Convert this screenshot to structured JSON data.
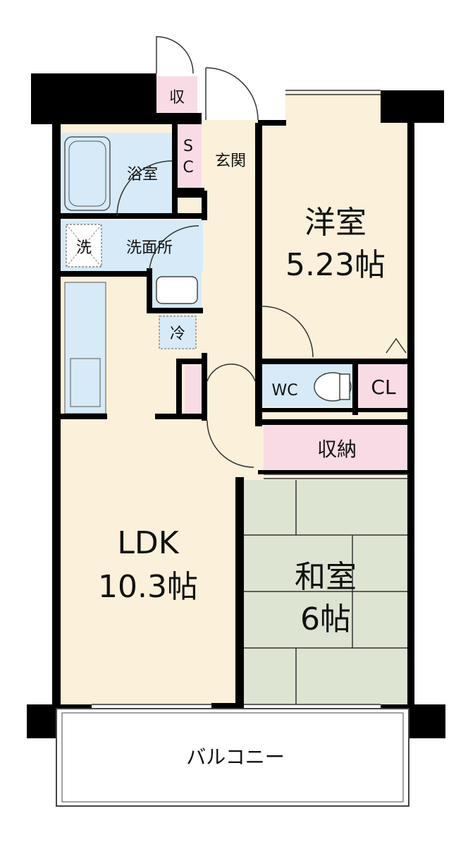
{
  "rooms": {
    "storage_top": "収",
    "sc_s": "S",
    "sc_c": "C",
    "entrance": "玄関",
    "bath": "浴室",
    "washer": "洗",
    "washroom": "洗面所",
    "fridge": "冷",
    "western_name": "洋室",
    "western_size": "5.23帖",
    "wc": "WC",
    "closet": "CL",
    "storage": "収納",
    "ldk_name": "LDK",
    "ldk_size": "10.3帖",
    "japanese_name": "和室",
    "japanese_size": "6帖",
    "balcony": "バルコニー"
  },
  "colors": {
    "wall": "#000000",
    "ldk_floor": "#fbf1da",
    "wet_area": "#d6ebf7",
    "storage": "#f9dbe6",
    "tatami": "#dee4d2",
    "background": "#ffffff"
  }
}
